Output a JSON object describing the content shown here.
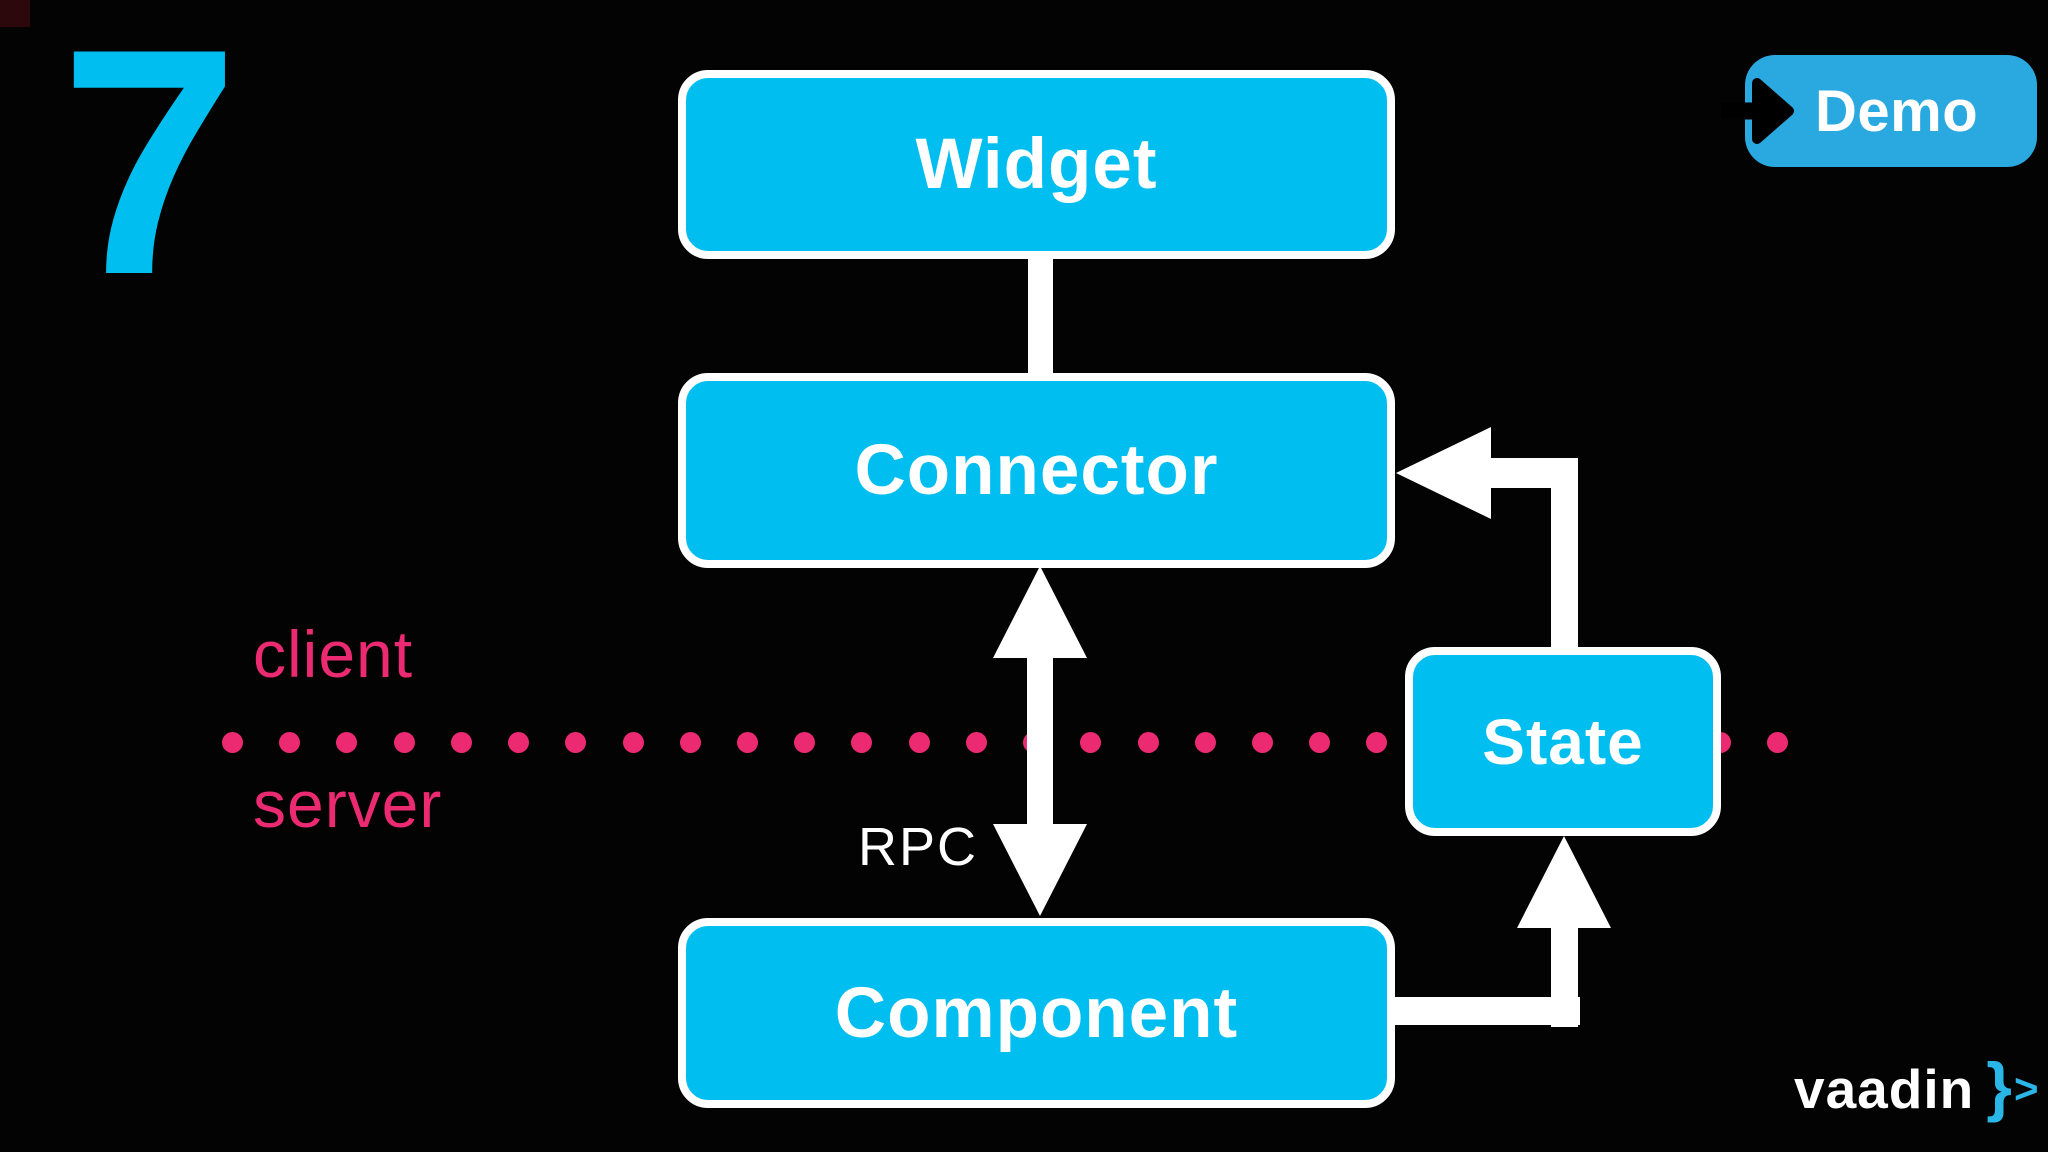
{
  "slide": {
    "number": "7",
    "background_color": "#000000"
  },
  "demo_button": {
    "label": "Demo",
    "icon": "arrow-right",
    "fill_color": "#2AA9E0",
    "text_color": "#FFFFFF",
    "icon_color": "#000000"
  },
  "diagram": {
    "box_fill_color": "#00BEF0",
    "box_border_color": "#FFFFFF",
    "arrow_color": "#FFFFFF",
    "boxes": [
      {
        "id": "widget",
        "label": "Widget",
        "side": "client"
      },
      {
        "id": "connector",
        "label": "Connector",
        "side": "client"
      },
      {
        "id": "component",
        "label": "Component",
        "side": "server"
      },
      {
        "id": "state",
        "label": "State",
        "side": "boundary"
      }
    ],
    "edges": [
      {
        "from": "widget",
        "to": "connector",
        "type": "line"
      },
      {
        "from": "connector",
        "to": "component",
        "type": "double-arrow",
        "label": "RPC"
      },
      {
        "from": "component",
        "to": "state",
        "type": "elbow-arrow-up"
      },
      {
        "from": "state",
        "to": "connector",
        "type": "elbow-arrow-left"
      }
    ],
    "rpc_label": "RPC"
  },
  "divider": {
    "top_label": "client",
    "bottom_label": "server",
    "dot_count": 28,
    "color": "#EC2A72"
  },
  "logo": {
    "wordmark": "vaadin",
    "brace": "}",
    "chevron": ">",
    "accent_color": "#2BB6E8"
  }
}
